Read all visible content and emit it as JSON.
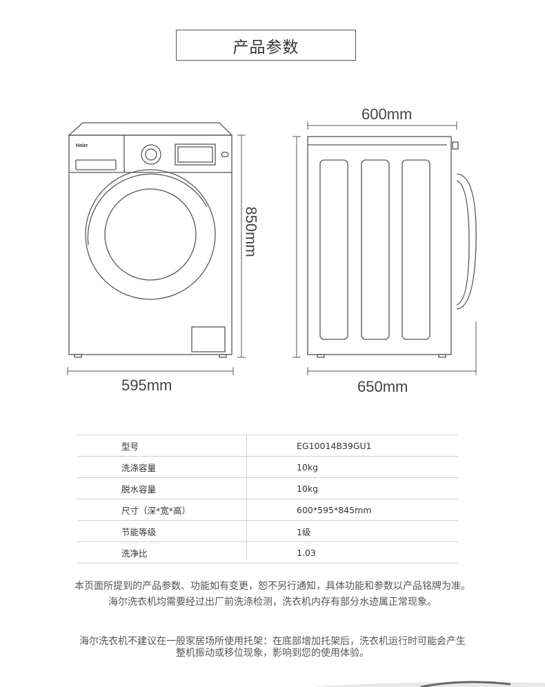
{
  "header": {
    "title": "产品参数"
  },
  "dimensions": {
    "front_width": "595mm",
    "front_height": "850mm",
    "side_top": "600mm",
    "side_bottom": "650mm",
    "brand": "Haier"
  },
  "specs": [
    {
      "label": "型号",
      "value": "EG10014B39GU1"
    },
    {
      "label": "洗涤容量",
      "value": "10kg"
    },
    {
      "label": "脱水容量",
      "value": "10kg"
    },
    {
      "label": "尺寸（深*宽*高）",
      "value": "600*595*845mm"
    },
    {
      "label": "节能等级",
      "value": "1级"
    },
    {
      "label": "洗净比",
      "value": "1.03"
    }
  ],
  "notes": {
    "line1": "本页面所提到的产品参数、功能如有变更，恕不另行通知，具体功能和参数以产品铭牌为准。",
    "line2": "海尔洗衣机均需要经过出厂前洗涤检测，洗衣机内存有部分水迹属正常现象。",
    "line3": "海尔洗衣机不建议在一般家居场所使用托架：在底部增加托架后，洗衣机运行时可能会产生",
    "line4": "整机振动或移位现象，影响到您的使用体验。"
  }
}
